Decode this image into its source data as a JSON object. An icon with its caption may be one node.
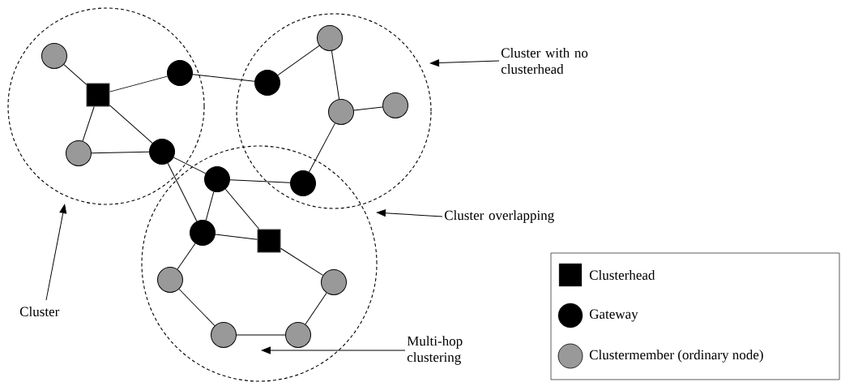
{
  "diagram": {
    "nodes": [
      {
        "text": [],
        "shape": "circle"
      },
      {
        "text": [],
        "shape": "circle"
      },
      {
        "text": [],
        "shape": "circle"
      },
      {
        "text": [],
        "shape": "circle",
        "in": 0
      },
      {
        "text": [],
        "shape": "box",
        "in": 0
      },
      {
        "text": [],
        "shape": "circle",
        "in": 0
      },
      {
        "text": [],
        "shape": "circle",
        "in": 0
      },
      {
        "text": [],
        "shape": "circle",
        "in": 0
      },
      {
        "text": [],
        "shape": "circle",
        "in": 1
      },
      {
        "text": [],
        "shape": "circle",
        "in": 1
      },
      {
        "text": [],
        "shape": "circle",
        "in": 1
      },
      {
        "text": [],
        "shape": "circle",
        "in": 1
      },
      {
        "text": [],
        "shape": "circle"
      },
      {
        "text": [],
        "shape": "circle",
        "in": 2
      },
      {
        "text": [],
        "shape": "circle",
        "in": 2
      },
      {
        "text": [],
        "shape": "box",
        "in": 2
      },
      {
        "text": [],
        "shape": "circle",
        "in": 2
      },
      {
        "text": [],
        "shape": "circle",
        "in": 2
      },
      {
        "text": [],
        "shape": "circle",
        "in": 2
      },
      {
        "text": [],
        "shape": "circle",
        "in": 2
      },
      {
        "text": [
          "Cluster with no clusterhead"
        ]
      },
      {
        "text": [
          "Cluster overlapping"
        ]
      },
      {
        "text": [
          "Cluster"
        ]
      },
      {
        "text": [
          "Multi-hop clustering"
        ]
      }
    ],
    "edges": [
      {
        "from": 3,
        "to": 4,
        "arrow": "none"
      },
      {
        "from": 4,
        "to": 5,
        "arrow": "none"
      },
      {
        "from": 4,
        "to": 6,
        "arrow": "none"
      },
      {
        "from": 4,
        "to": 7,
        "arrow": "none"
      },
      {
        "from": 6,
        "to": 7,
        "arrow": "none"
      },
      {
        "from": 5,
        "to": 8,
        "arrow": "none"
      },
      {
        "from": 8,
        "to": 9,
        "arrow": "none"
      },
      {
        "from": 9,
        "to": 10,
        "arrow": "none"
      },
      {
        "from": 10,
        "to": 11,
        "arrow": "none"
      },
      {
        "from": 10,
        "to": 12,
        "arrow": "none"
      },
      {
        "from": 7,
        "to": 13,
        "arrow": "none"
      },
      {
        "from": 7,
        "to": 14,
        "arrow": "none"
      },
      {
        "from": 13,
        "to": 12,
        "arrow": "none"
      },
      {
        "from": 13,
        "to": 14,
        "arrow": "none"
      },
      {
        "from": 13,
        "to": 15,
        "arrow": "none"
      },
      {
        "from": 14,
        "to": 15,
        "arrow": "none"
      },
      {
        "from": 14,
        "to": 16,
        "arrow": "none"
      },
      {
        "from": 15,
        "to": 17,
        "arrow": "none"
      },
      {
        "from": 16,
        "to": 18,
        "arrow": "none"
      },
      {
        "from": 18,
        "to": 19,
        "arrow": "none"
      },
      {
        "from": 19,
        "to": 17,
        "arrow": "none"
      },
      {
        "from": 20,
        "to": 1,
        "arrow": "to"
      },
      {
        "from": 21,
        "to": 2,
        "arrow": "to"
      },
      {
        "from": 22,
        "to": 0,
        "arrow": "to"
      },
      {
        "from": 23,
        "to": 2,
        "arrow": "to"
      }
    ],
    "legend": [
      {
        "text": "Clusterhead"
      },
      {
        "text": "Gateway"
      },
      {
        "text": "Clustermember (ordinary node)"
      }
    ]
  }
}
